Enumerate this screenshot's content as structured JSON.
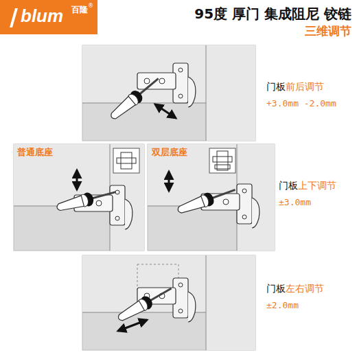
{
  "diagram": {
    "title": "95度 厚门 集成阻尼 铰链",
    "labels": [
      "blum",
      "百隆",
      "®",
      "三维调节",
      "门板",
      "前后调节",
      "+3.0mm -2.0mm",
      "普通底座",
      "双层底座",
      "门板",
      "上下调节",
      "±3.0mm",
      "门板",
      "左右调节",
      "±2.0mm"
    ]
  }
}
